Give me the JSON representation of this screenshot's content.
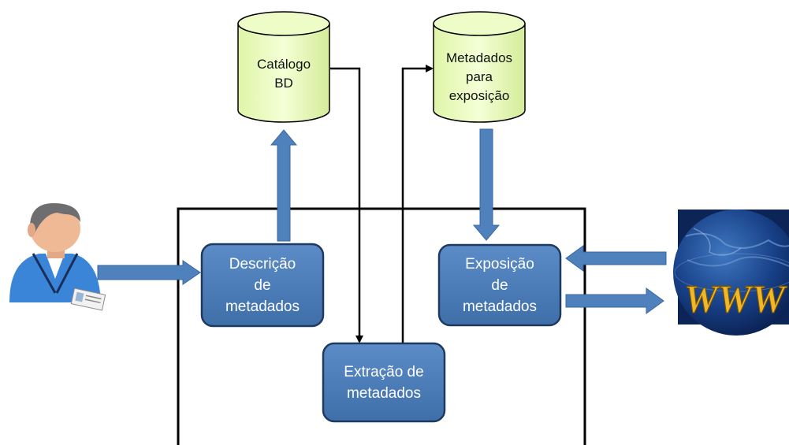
{
  "diagram": {
    "databases": {
      "catalogo": {
        "label": "Catálogo\nBD"
      },
      "metadados_exposicao": {
        "label": "Metadados\npara\nexposição"
      }
    },
    "processes": {
      "descricao": {
        "label": "Descrição\nde\nmetadados"
      },
      "exposicao": {
        "label": "Exposição\nde\nmetadados"
      },
      "extracao": {
        "label": "Extração de\nmetadados"
      }
    },
    "actors": {
      "user": {
        "icon": "user-icon"
      },
      "web": {
        "icon": "globe-www-icon",
        "text": "WWW"
      }
    }
  },
  "colors": {
    "process_fill": "#4f81bd",
    "process_border": "#1f3a60",
    "db_fill": "#e4f7b4",
    "arrow_blue": "#4f81bd",
    "connector": "#000000"
  }
}
